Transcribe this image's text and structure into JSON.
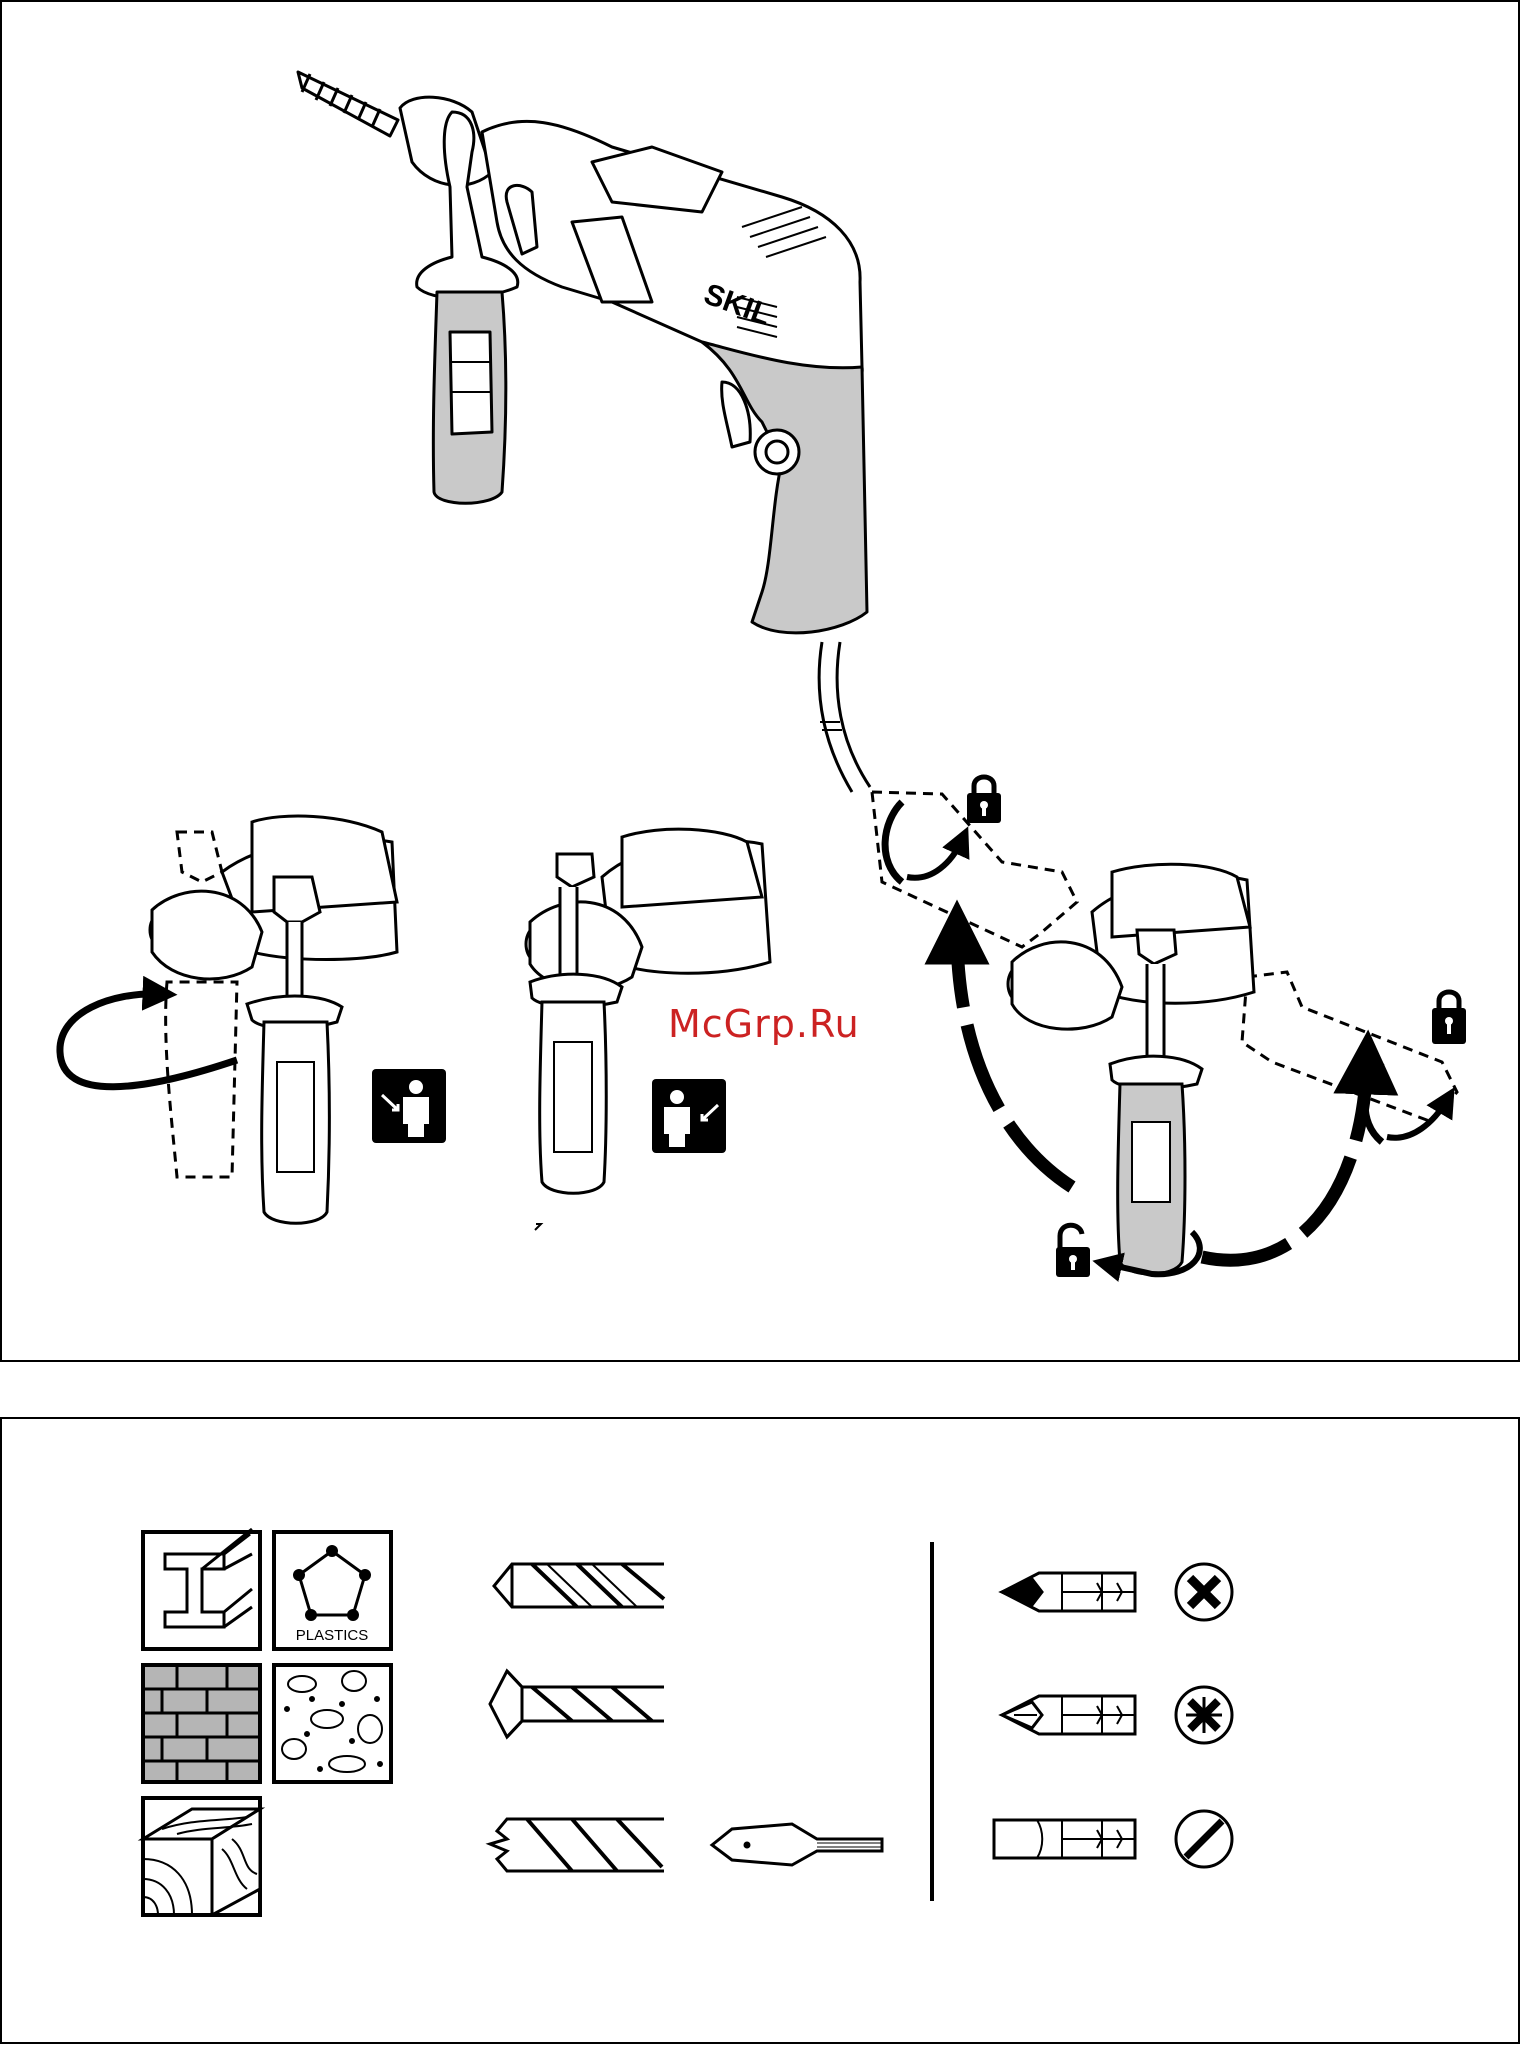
{
  "brand_text": "SKIL",
  "watermark": {
    "text": "McGrp.Ru",
    "color": "#cc2222"
  },
  "materials": {
    "plastics_label": "PLASTICS"
  },
  "colors": {
    "line": "#000000",
    "grip_fill": "#c9c9c9",
    "brick_fill": "#b5b5b5"
  },
  "icons": {
    "hand_positions": [
      "person-arrow-right-icon",
      "person-arrow-left-icon"
    ],
    "locks": [
      "lock-closed-icon",
      "lock-closed-icon",
      "lock-open-icon"
    ],
    "screw_heads": [
      "phillips-head-icon",
      "pozidriv-head-icon",
      "slotted-head-icon"
    ]
  }
}
